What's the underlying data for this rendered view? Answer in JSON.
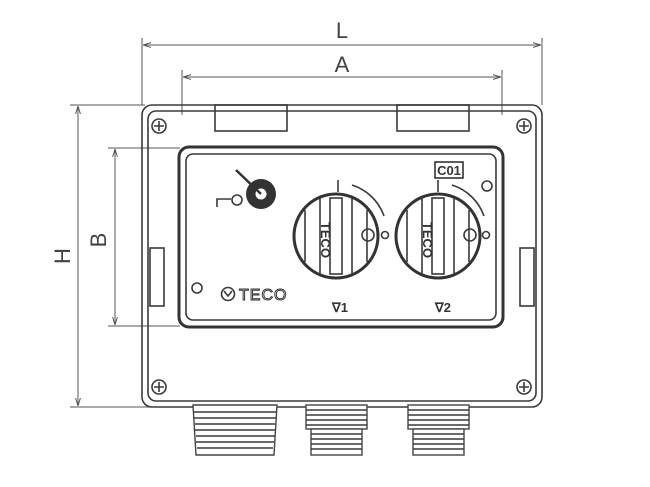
{
  "dimensions": {
    "L": "L",
    "A": "A",
    "H": "H",
    "B": "B"
  },
  "panel": {
    "code_badge": "C01",
    "logo_text": "TECO",
    "knob_labels": [
      "∇1",
      "∇2"
    ]
  },
  "colors": {
    "line": "#3a3a3a",
    "background": "#ffffff"
  }
}
